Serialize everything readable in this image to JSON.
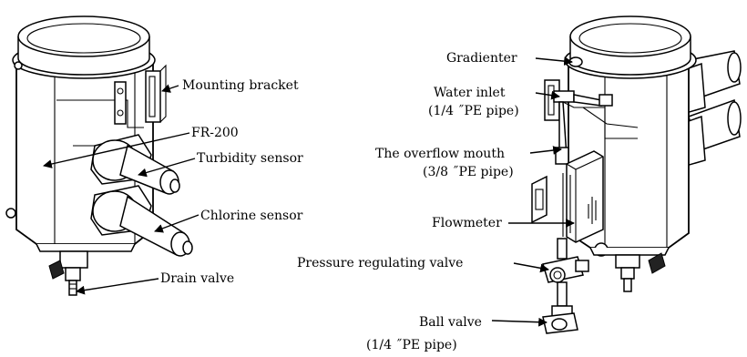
{
  "labels": {
    "mounting_bracket": "Mounting bracket",
    "fr200": "FR-200",
    "turbidity_sensor": "Turbidity sensor",
    "chlorine_sensor": "Chlorine sensor",
    "drain_valve": "Drain valve",
    "gradienter": "Gradienter",
    "water_inlet": "Water inlet",
    "water_inlet_pipe": "(1/4 ˝PE pipe)",
    "overflow_mouth": "The overflow mouth",
    "overflow_mouth_pipe": "(3/8 ˝PE pipe)",
    "flowmeter": "Flowmeter",
    "pressure_regulating_valve": "Pressure regulating valve",
    "ball_valve": "Ball valve",
    "ball_valve_pipe": "(1/4 ˝PE pipe)"
  }
}
